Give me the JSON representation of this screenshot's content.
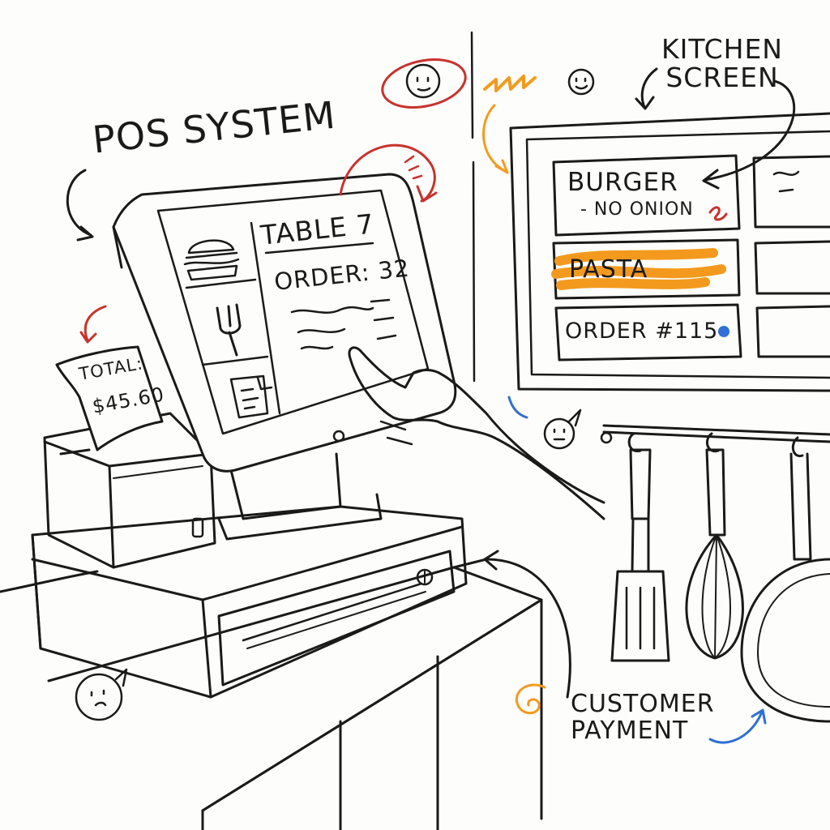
{
  "labels": {
    "pos_system": "POS SYSTEM",
    "kitchen_screen_line1": "KITCHEN",
    "kitchen_screen_line2": "SCREEN",
    "customer_payment_line1": "CUSTOMER",
    "customer_payment_line2": "PAYMENT"
  },
  "pos_screen": {
    "table": "TABLE 7",
    "order": "ORDER: 32",
    "menu_icons": [
      "burger-icon",
      "fork-icon",
      "document-icon"
    ]
  },
  "receipt": {
    "label": "TOTAL:",
    "amount": "$45.60"
  },
  "kitchen_display": {
    "tickets": [
      {
        "item": "BURGER",
        "note": "- NO ONION"
      },
      {
        "item": "PASTA",
        "highlight": "#f39a1e"
      },
      {
        "item": "ORDER #115",
        "status_color": "#2f6fd6"
      }
    ]
  },
  "colors": {
    "ink": "#1a1a1a",
    "accent_red": "#c8322c",
    "accent_orange": "#f39a1e",
    "accent_blue": "#2f6fd6"
  }
}
